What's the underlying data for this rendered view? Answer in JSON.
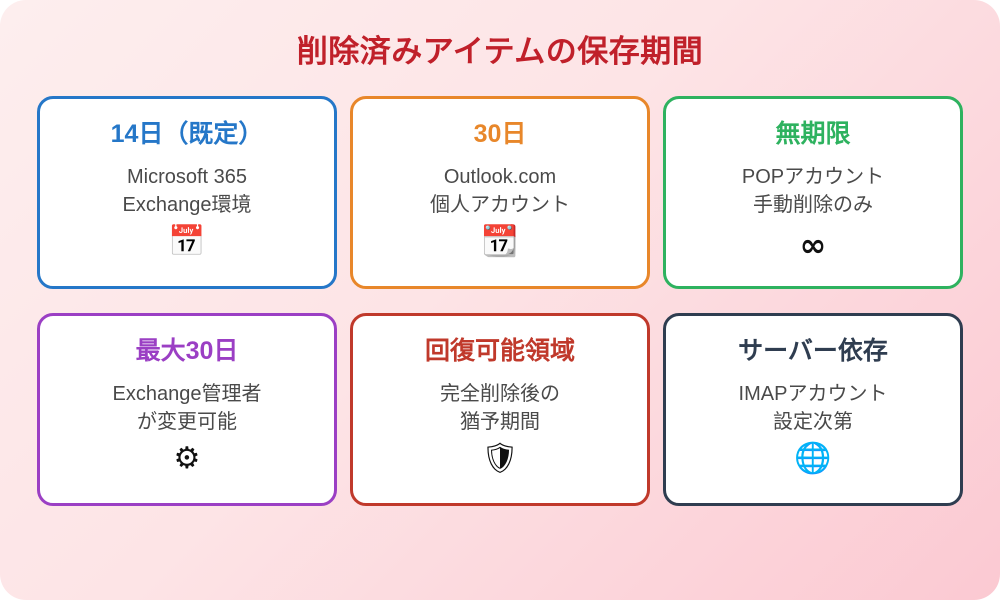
{
  "title": "削除済みアイテムの保存期間",
  "theme": {
    "title_color": "#c0202a",
    "background_start": "#fdeeee",
    "background_end": "#fbc9d2",
    "body_text_color": "#4a4a4a",
    "card_background": "#ffffff"
  },
  "cards": [
    {
      "heading": "14日（既定）",
      "desc_line1": "Microsoft 365",
      "desc_line2": "Exchange環境",
      "icon": "calendar-grid-icon",
      "icon_glyph": "📅",
      "accent": "#2577c8"
    },
    {
      "heading": "30日",
      "desc_line1": "Outlook.com",
      "desc_line2": "個人アカウント",
      "icon": "tear-off-calendar-icon",
      "icon_glyph": "📆",
      "accent": "#e8872a"
    },
    {
      "heading": "無期限",
      "desc_line1": "POPアカウント",
      "desc_line2": "手動削除のみ",
      "icon": "infinity-icon",
      "icon_glyph": "∞",
      "accent": "#2eb25f"
    },
    {
      "heading": "最大30日",
      "desc_line1": "Exchange管理者",
      "desc_line2": "が変更可能",
      "icon": "gear-icon",
      "icon_glyph": "⚙",
      "accent": "#9b3fc4"
    },
    {
      "heading": "回復可能領域",
      "desc_line1": "完全削除後の",
      "desc_line2": "猶予期間",
      "icon": "shield-icon",
      "icon_glyph": "🛡",
      "accent": "#c0392b"
    },
    {
      "heading": "サーバー依存",
      "desc_line1": "IMAPアカウント",
      "desc_line2": "設定次第",
      "icon": "globe-icon",
      "icon_glyph": "🌐",
      "accent": "#2f3d50"
    }
  ]
}
